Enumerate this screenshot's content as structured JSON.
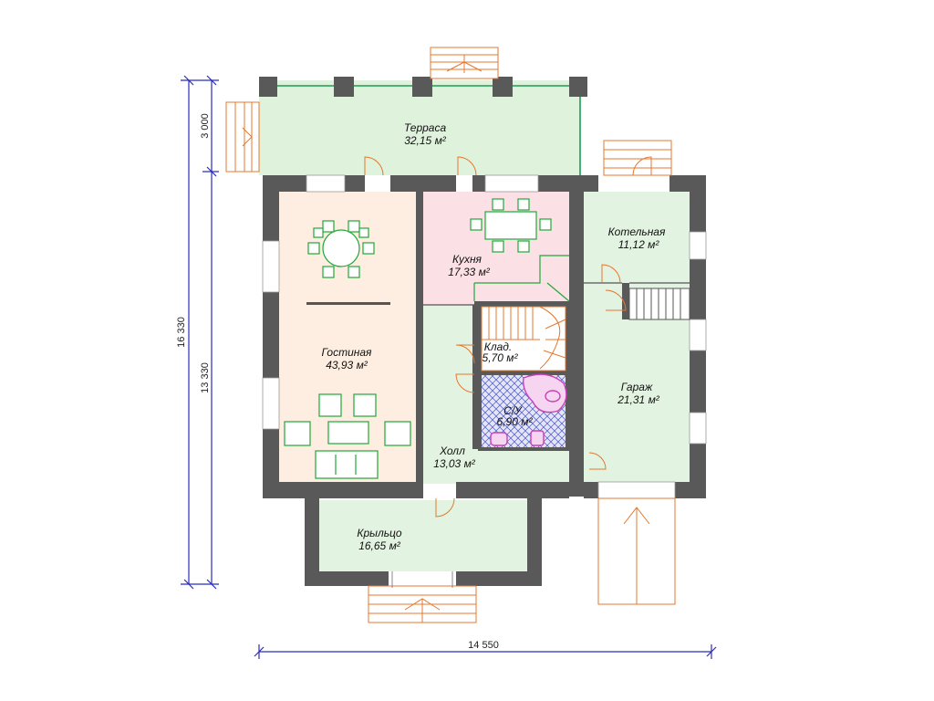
{
  "plan": {
    "rooms": {
      "terrace": {
        "name": "Терраса",
        "area": "32,15 м²"
      },
      "living": {
        "name": "Гостиная",
        "area": "43,93 м²"
      },
      "kitchen": {
        "name": "Кухня",
        "area": "17,33 м²"
      },
      "boiler": {
        "name": "Котельная",
        "area": "11,12 м²"
      },
      "storage": {
        "name": "Клад.",
        "area": "5,70 м²"
      },
      "bathroom": {
        "name": "С/У",
        "area": "6,90 м²"
      },
      "garage": {
        "name": "Гараж",
        "area": "21,31 м²"
      },
      "hall": {
        "name": "Холл",
        "area": "13,03 м²"
      },
      "porch": {
        "name": "Крыльцо",
        "area": "16,65 м²"
      }
    },
    "dimensions": {
      "width_total": "14 550",
      "height_total": "16 330",
      "height_main": "13 330",
      "height_terrace": "3 000"
    },
    "colors": {
      "wall": "#595959",
      "terrace_fill": "#dff2dc",
      "living_fill": "#fdeee1",
      "kitchen_fill": "#fbe1e6",
      "hall_fill": "#e3f3e1",
      "bath_fill": "#d8dcf4",
      "furniture": "#22a63a",
      "stairs": "#e3782f",
      "dimension": "#2b2bbf",
      "bath_fixture": "#c83fb8"
    }
  }
}
